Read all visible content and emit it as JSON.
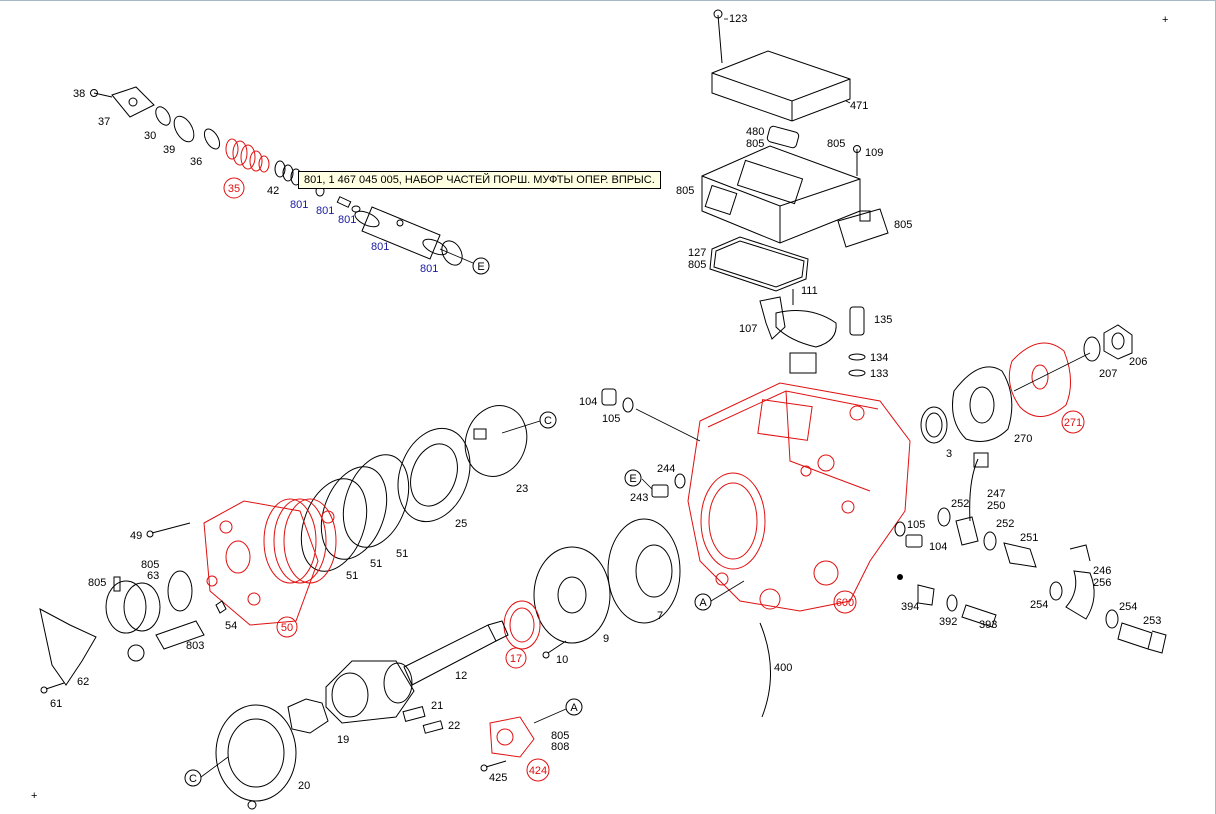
{
  "tooltip": "801,   1 467 045 005,   НАБОР ЧАСТЕЙ ПОРШ. МУФТЫ ОПЕР. ВПРЫС.",
  "colors": {
    "highlight": "#e01010",
    "link": "#1a1aa0",
    "tooltip_bg": "#ffffe1"
  },
  "callouts": [
    {
      "id": "c123",
      "text": "123",
      "color": "black"
    },
    {
      "id": "c471",
      "text": "471",
      "color": "black"
    },
    {
      "id": "c480",
      "text": "480",
      "color": "black"
    },
    {
      "id": "c805a",
      "text": "805",
      "color": "black"
    },
    {
      "id": "c805b",
      "text": "805",
      "color": "black"
    },
    {
      "id": "c109",
      "text": "109",
      "color": "black"
    },
    {
      "id": "c805c",
      "text": "805",
      "color": "black"
    },
    {
      "id": "c805d",
      "text": "805",
      "color": "black"
    },
    {
      "id": "c127",
      "text": "127",
      "color": "black"
    },
    {
      "id": "c805e",
      "text": "805",
      "color": "black"
    },
    {
      "id": "c111",
      "text": "111",
      "color": "black"
    },
    {
      "id": "c107",
      "text": "107",
      "color": "black"
    },
    {
      "id": "c135",
      "text": "135",
      "color": "black"
    },
    {
      "id": "c134",
      "text": "134",
      "color": "black"
    },
    {
      "id": "c133",
      "text": "133",
      "color": "black"
    },
    {
      "id": "c38",
      "text": "38",
      "color": "black"
    },
    {
      "id": "c37",
      "text": "37",
      "color": "black"
    },
    {
      "id": "c30",
      "text": "30",
      "color": "black"
    },
    {
      "id": "c39",
      "text": "39",
      "color": "black"
    },
    {
      "id": "c36",
      "text": "36",
      "color": "black"
    },
    {
      "id": "c42",
      "text": "42",
      "color": "black"
    },
    {
      "id": "c801a",
      "text": "801",
      "color": "blue"
    },
    {
      "id": "c801b",
      "text": "801",
      "color": "blue"
    },
    {
      "id": "c801c",
      "text": "801",
      "color": "blue"
    },
    {
      "id": "c801d",
      "text": "801",
      "color": "blue"
    },
    {
      "id": "c801e",
      "text": "801",
      "color": "blue"
    },
    {
      "id": "c104",
      "text": "104",
      "color": "black"
    },
    {
      "id": "c105",
      "text": "105",
      "color": "black"
    },
    {
      "id": "c207",
      "text": "207",
      "color": "black"
    },
    {
      "id": "c206",
      "text": "206",
      "color": "black"
    },
    {
      "id": "c270",
      "text": "270",
      "color": "black"
    },
    {
      "id": "c3",
      "text": "3",
      "color": "black"
    },
    {
      "id": "c244",
      "text": "244",
      "color": "black"
    },
    {
      "id": "c243",
      "text": "243",
      "color": "black"
    },
    {
      "id": "c247",
      "text": "247",
      "color": "black"
    },
    {
      "id": "c250",
      "text": "250",
      "color": "black"
    },
    {
      "id": "c252a",
      "text": "252",
      "color": "black"
    },
    {
      "id": "c252b",
      "text": "252",
      "color": "black"
    },
    {
      "id": "c251",
      "text": "251",
      "color": "black"
    },
    {
      "id": "c105b",
      "text": "105",
      "color": "black"
    },
    {
      "id": "c104b",
      "text": "104",
      "color": "black"
    },
    {
      "id": "c246",
      "text": "246",
      "color": "black"
    },
    {
      "id": "c256",
      "text": "256",
      "color": "black"
    },
    {
      "id": "c254a",
      "text": "254",
      "color": "black"
    },
    {
      "id": "c254b",
      "text": "254",
      "color": "black"
    },
    {
      "id": "c253",
      "text": "253",
      "color": "black"
    },
    {
      "id": "c394",
      "text": "394",
      "color": "black"
    },
    {
      "id": "c392",
      "text": "392",
      "color": "black"
    },
    {
      "id": "c393",
      "text": "393",
      "color": "black"
    },
    {
      "id": "c400",
      "text": "400",
      "color": "black"
    },
    {
      "id": "c23",
      "text": "23",
      "color": "black"
    },
    {
      "id": "c25",
      "text": "25",
      "color": "black"
    },
    {
      "id": "c51a",
      "text": "51",
      "color": "black"
    },
    {
      "id": "c51b",
      "text": "51",
      "color": "black"
    },
    {
      "id": "c51c",
      "text": "51",
      "color": "black"
    },
    {
      "id": "c49",
      "text": "49",
      "color": "black"
    },
    {
      "id": "c805f",
      "text": "805",
      "color": "black"
    },
    {
      "id": "c63",
      "text": "63",
      "color": "black"
    },
    {
      "id": "c805g",
      "text": "805",
      "color": "black"
    },
    {
      "id": "c54",
      "text": "54",
      "color": "black"
    },
    {
      "id": "c803",
      "text": "803",
      "color": "black"
    },
    {
      "id": "c62",
      "text": "62",
      "color": "black"
    },
    {
      "id": "c61",
      "text": "61",
      "color": "black"
    },
    {
      "id": "c7",
      "text": "7",
      "color": "black"
    },
    {
      "id": "c9",
      "text": "9",
      "color": "black"
    },
    {
      "id": "c10",
      "text": "10",
      "color": "black"
    },
    {
      "id": "c12",
      "text": "12",
      "color": "black"
    },
    {
      "id": "c21",
      "text": "21",
      "color": "black"
    },
    {
      "id": "c22",
      "text": "22",
      "color": "black"
    },
    {
      "id": "c19",
      "text": "19",
      "color": "black"
    },
    {
      "id": "c20",
      "text": "20",
      "color": "black"
    },
    {
      "id": "c805h",
      "text": "805",
      "color": "black"
    },
    {
      "id": "c808",
      "text": "808",
      "color": "black"
    },
    {
      "id": "c425",
      "text": "425",
      "color": "black"
    }
  ],
  "circled_callouts": [
    {
      "id": "r35",
      "text": "35",
      "color": "red"
    },
    {
      "id": "r271",
      "text": "271",
      "color": "red"
    },
    {
      "id": "r50",
      "text": "50",
      "color": "red"
    },
    {
      "id": "r17",
      "text": "17",
      "color": "red"
    },
    {
      "id": "r600",
      "text": "600",
      "color": "red"
    },
    {
      "id": "r424",
      "text": "424",
      "color": "red"
    },
    {
      "id": "rE1",
      "text": "E",
      "color": "black"
    },
    {
      "id": "rE2",
      "text": "E",
      "color": "black"
    },
    {
      "id": "rC1",
      "text": "C",
      "color": "black"
    },
    {
      "id": "rC2",
      "text": "C",
      "color": "black"
    },
    {
      "id": "rA1",
      "text": "A",
      "color": "black"
    },
    {
      "id": "rA2",
      "text": "A",
      "color": "black"
    }
  ]
}
